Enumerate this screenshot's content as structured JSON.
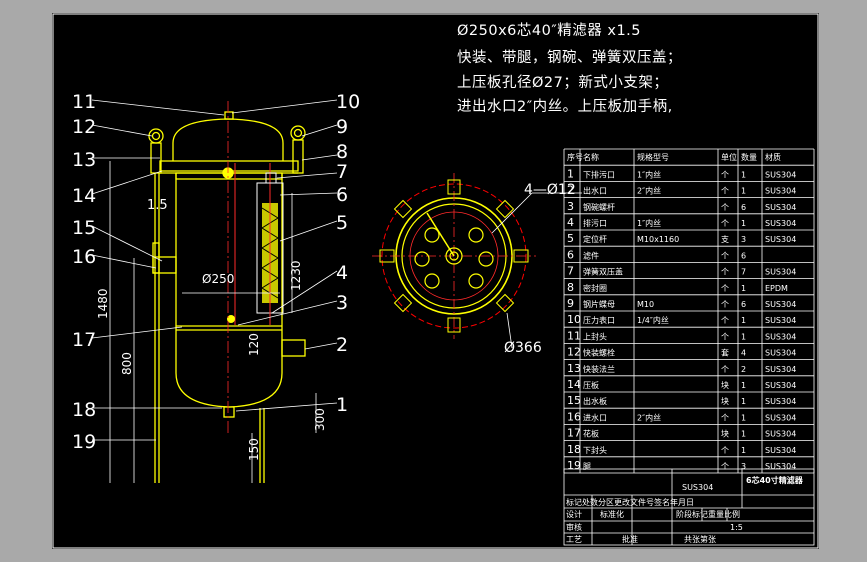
{
  "notes": {
    "line1": "Ø250x6芯40″精滤器 x1.5",
    "line2": "快装、带腿，钢碗、弹簧双压盖；",
    "line3": "上压板孔径Ø27；新式小支架；",
    "line4": "进出水口2″内丝。上压板加手柄,"
  },
  "callouts": [
    "11",
    "12",
    "13",
    "14",
    "15",
    "16",
    "17",
    "18",
    "19",
    "10",
    "9",
    "8",
    "7",
    "6",
    "5",
    "4",
    "3",
    "2",
    "1"
  ],
  "dimensions": {
    "thickness": "1.5",
    "inner_dia": "Ø250",
    "height_total": "1480",
    "cartridge": "1230",
    "leg_height": "800",
    "bottom_height": "300",
    "inlet_height": "120",
    "foot": "150",
    "bolt_hole": "4—Ø12",
    "plate_dia": "Ø366"
  },
  "bom_header": [
    "序号",
    "名称",
    "规格型号",
    "单位",
    "数量",
    "材质"
  ],
  "bom_rows": [
    [
      "1",
      "下排污口",
      "1″内丝",
      "个",
      "1",
      "SUS304"
    ],
    [
      "2",
      "出水口",
      "2″内丝",
      "个",
      "1",
      "SUS304"
    ],
    [
      "3",
      "钢碗螺杆",
      "",
      "个",
      "6",
      "SUS304"
    ],
    [
      "4",
      "排污口",
      "1″内丝",
      "个",
      "1",
      "SUS304"
    ],
    [
      "5",
      "定位杆",
      "M10x1160",
      "支",
      "3",
      "SUS304"
    ],
    [
      "6",
      "滤件",
      "",
      "个",
      "6",
      ""
    ],
    [
      "7",
      "弹簧双压盖",
      "",
      "个",
      "7",
      "SUS304"
    ],
    [
      "8",
      "密封圈",
      "",
      "个",
      "1",
      "EPDM"
    ],
    [
      "9",
      "钢片蝶母",
      "M10",
      "个",
      "6",
      "SUS304"
    ],
    [
      "10",
      "压力表口",
      "1/4″内丝",
      "个",
      "1",
      "SUS304"
    ],
    [
      "11",
      "上封头",
      "",
      "个",
      "1",
      "SUS304"
    ],
    [
      "12",
      "快装螺栓",
      "",
      "套",
      "4",
      "SUS304"
    ],
    [
      "13",
      "快装法兰",
      "",
      "个",
      "2",
      "SUS304"
    ],
    [
      "14",
      "压板",
      "",
      "块",
      "1",
      "SUS304"
    ],
    [
      "15",
      "出水板",
      "",
      "块",
      "1",
      "SUS304"
    ],
    [
      "16",
      "进水口",
      "2″内丝",
      "个",
      "1",
      "SUS304"
    ],
    [
      "17",
      "花板",
      "",
      "块",
      "1",
      "SUS304"
    ],
    [
      "18",
      "下封头",
      "",
      "个",
      "1",
      "SUS304"
    ],
    [
      "19",
      "腿",
      "",
      "个",
      "3",
      "SUS304"
    ]
  ],
  "title_block": {
    "material": "SUS304",
    "title": "6芯40寸精滤器",
    "row1": "标记处数分区更改文件号签名年月日",
    "row2a": "设计",
    "row2b": "标准化",
    "row2c": "阶段标记重量比例",
    "row3a": "审核",
    "row4a": "工艺",
    "row4b": "批准",
    "scale": "1:5",
    "sheet": "共张第张"
  },
  "colors": {
    "background": "#000000",
    "frame": "#a9a9a9",
    "vessel": "#ffff00",
    "flange": "#ff0000",
    "text": "#ffffff",
    "cartridge": "#c8c800"
  }
}
